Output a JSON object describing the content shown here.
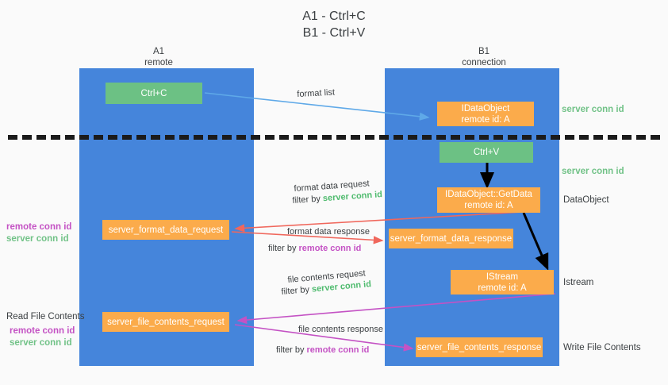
{
  "title": "A1 - Ctrl+C\nB1 - Ctrl+V",
  "columns": {
    "left": {
      "name": "A1",
      "sub": "remote",
      "label": "A1\nremote"
    },
    "right": {
      "name": "B1",
      "sub": "connection",
      "label": "B1\nconnection"
    }
  },
  "colors": {
    "lane": "#4585db",
    "orange": "#fbab4b",
    "green_box": "#6cc184",
    "green_text": "#4fbb6e",
    "purple_text": "#c452c4",
    "background": "#fafafa",
    "dashed_rule": "#1b1b1b",
    "arrow_blue": "#5fa9e8",
    "arrow_red": "#f0675c",
    "arrow_magenta": "#c452c4",
    "arrow_black": "#000000"
  },
  "boxes": {
    "ctrl_c": "Ctrl+C",
    "ctrl_v": "Ctrl+V",
    "idataobject": "IDataObject\nremote id: A",
    "idataobject_getdata": "IDataObject::GetData\nremote id: A",
    "istream": "IStream\nremote id: A",
    "server_format_data_request": "server_format_data_request",
    "server_format_data_response": "server_format_data_response",
    "server_file_contents_request": "server_file_contents_request",
    "server_file_contents_response": "server_file_contents_response"
  },
  "right_labels": {
    "server_conn_id_top": "server conn id",
    "server_conn_id_mid": "server conn id",
    "dataobject": "DataObject",
    "istream": "Istream",
    "write_file_contents": "Write File Contents"
  },
  "left_labels": {
    "remote_conn_id_1": "remote conn id",
    "server_conn_id_1": "server conn id",
    "read_file_contents": "Read File Contents",
    "remote_conn_id_2": "remote conn id",
    "server_conn_id_2": "server conn id"
  },
  "arrow_labels": {
    "format_list": "format list",
    "format_data_request": "format data request",
    "filter_by_prefix": "filter by ",
    "filter_server_conn_id": "server conn id",
    "format_data_response": "format data response",
    "filter_remote_conn_id": "remote conn id",
    "file_contents_request": "file contents request",
    "file_contents_response": "file contents response"
  }
}
